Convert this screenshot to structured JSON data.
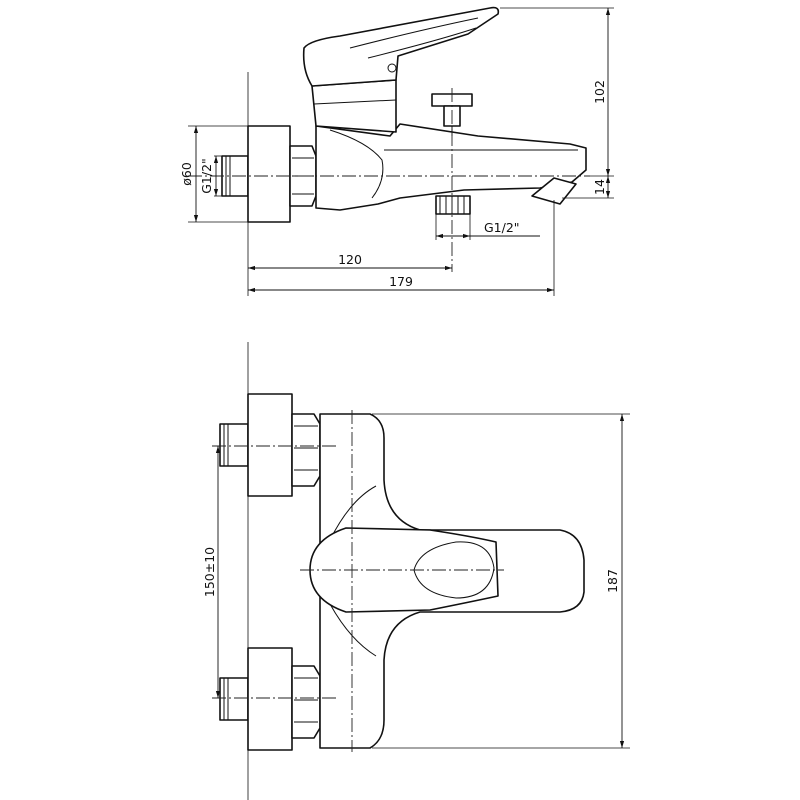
{
  "dimensions": {
    "height_102": "102",
    "drop_14": "14",
    "diameter_60": "ø60",
    "thread_inlet": "G1/2\"",
    "thread_outlet": "G1/2\"",
    "depth_120": "120",
    "depth_179": "179",
    "centers_150": "150±10",
    "width_187": "187"
  }
}
